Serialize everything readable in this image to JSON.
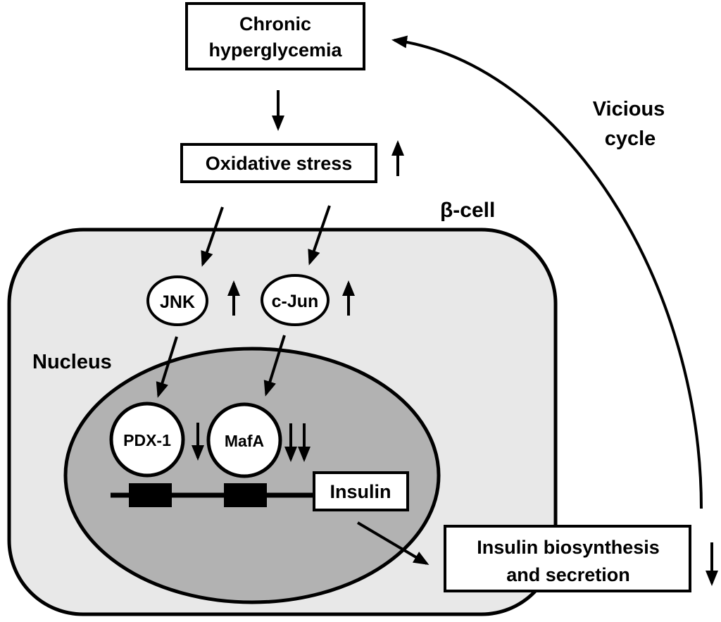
{
  "diagram": {
    "colors": {
      "cell_fill": "#e8e8e8",
      "nucleus_fill": "#b2b2b2",
      "stroke": "#000000",
      "box_fill": "#ffffff",
      "background": "#ffffff"
    },
    "boxes": {
      "chronic_hyperglycemia": {
        "line1": "Chronic",
        "line2": "hyperglycemia"
      },
      "oxidative_stress": {
        "label": "Oxidative stress",
        "trend": "up"
      },
      "insulin_gene": {
        "label": "Insulin"
      },
      "insulin_biosynthesis": {
        "line1": "Insulin biosynthesis",
        "line2": "and secretion",
        "trend": "down"
      }
    },
    "nodes": {
      "jnk": {
        "label": "JNK",
        "trend": "up"
      },
      "c_jun": {
        "label": "c-Jun",
        "trend": "up"
      },
      "pdx1": {
        "label": "PDX-1",
        "trend": "down"
      },
      "mafa": {
        "label": "MafA",
        "trend": "strongly-down"
      }
    },
    "labels": {
      "beta_cell": "β-cell",
      "nucleus": "Nucleus",
      "vicious_line1": "Vicious",
      "vicious_line2": "cycle"
    }
  }
}
